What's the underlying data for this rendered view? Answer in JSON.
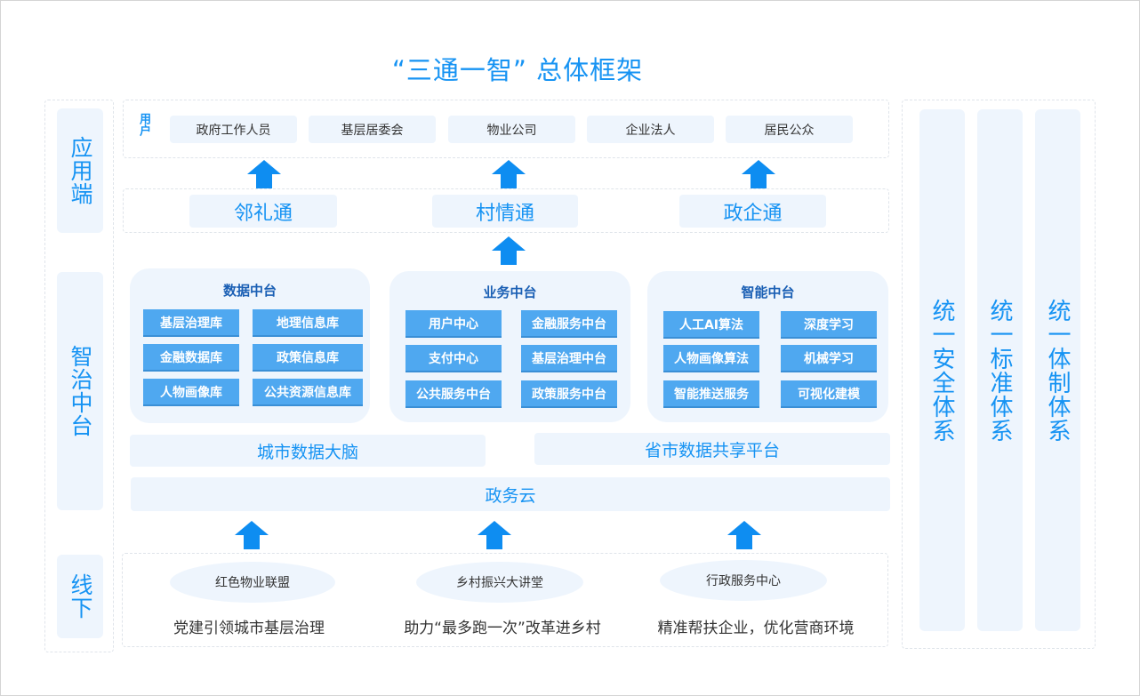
{
  "title": "“三通一智”  总体框架",
  "left_labels": {
    "app": "应用端",
    "middle": "智治中台",
    "offline": "线下"
  },
  "users": {
    "label": "用户",
    "items": [
      "政府工作人员",
      "基层居委会",
      "物业公司",
      "企业法人",
      "居民公众"
    ]
  },
  "apps": [
    "邻礼通",
    "村情通",
    "政企通"
  ],
  "hubs": [
    {
      "title": "数据中台",
      "items": [
        "基层治理库",
        "地理信息库",
        "金融数据库",
        "政策信息库",
        "人物画像库",
        "公共资源信息库"
      ]
    },
    {
      "title": "业务中台",
      "items": [
        "用户中心",
        "金融服务中台",
        "支付中心",
        "基层治理中台",
        "公共服务中台",
        "政策服务中台"
      ]
    },
    {
      "title": "智能中台",
      "items": [
        "人工AI算法",
        "深度学习",
        "人物画像算法",
        "机械学习",
        "智能推送服务",
        "可视化建模"
      ]
    }
  ],
  "platforms": {
    "city_brain": "城市数据大脑",
    "province_share": "省市数据共享平台",
    "gov_cloud": "政务云"
  },
  "offline": [
    {
      "name": "红色物业联盟",
      "caption": "党建引领城市基层治理"
    },
    {
      "name": "乡村振兴大讲堂",
      "caption": "助力“最多跑一次”改革进乡村"
    },
    {
      "name": "行政服务中心",
      "caption": "精准帮扶企业，优化营商环境"
    }
  ],
  "right_systems": [
    "统一安全体系",
    "统一标准体系",
    "统一体制体系"
  ],
  "colors": {
    "accent": "#1693f3",
    "panel": "#eef5fd",
    "chip": "#4fa8f0"
  }
}
